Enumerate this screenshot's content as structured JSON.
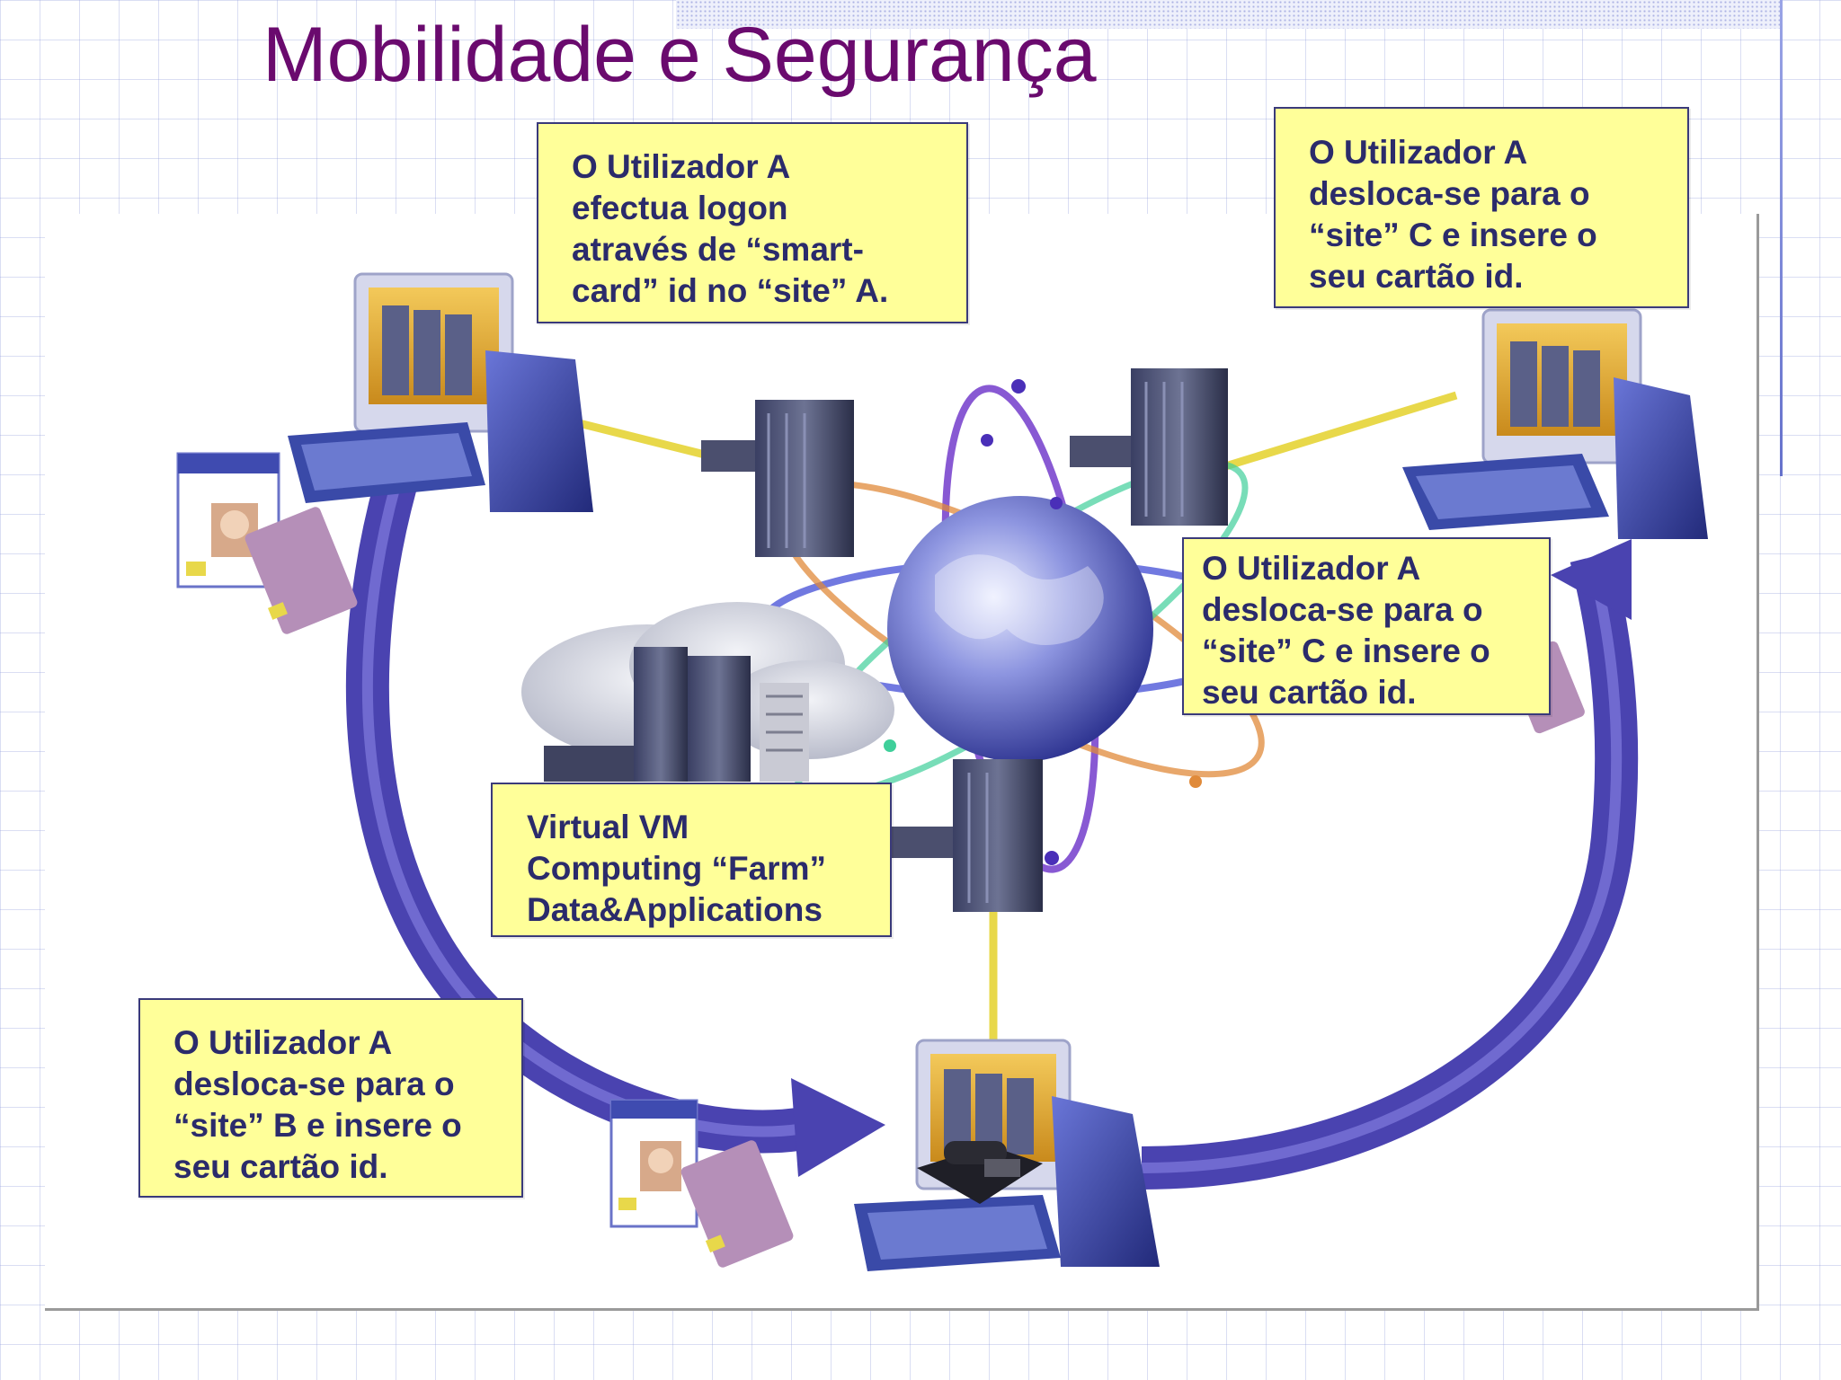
{
  "title": "Mobilidade e Segurança",
  "callouts": {
    "site_a": "O Utilizador A\nefectua logon\natravés de “smart-\ncard” id no “site” A.",
    "site_c_top": "O Utilizador A\ndesloca-se para o\n“site” C e insere o\nseu cartão id.",
    "site_c_mid": "O Utilizador A\ndesloca-se para o\n“site” C e insere o\nseu cartão id.",
    "farm": "Virtual VM\nComputing “Farm”\nData&Applications",
    "site_b": "O Utilizador A\ndesloca-se para o\n“site” B e insere o\nseu cartão id."
  },
  "colors": {
    "title": "#6a0a6e",
    "callout_fill": "#ffff99",
    "callout_text": "#2b2b6b",
    "arrow": "#4a43b0",
    "link": "#e8d84a",
    "globe": "#5560c8"
  },
  "icons": [
    "workstation-icon",
    "server-icon",
    "globe-icon",
    "smart-card-icon",
    "id-badge-icon",
    "telephone-icon",
    "cloud-icon",
    "curved-arrow-icon"
  ]
}
